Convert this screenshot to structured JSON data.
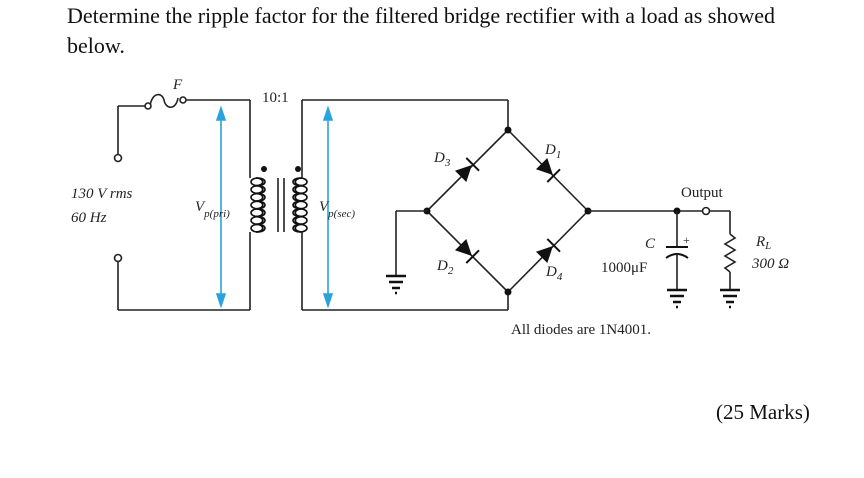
{
  "question": {
    "text": "Determine the ripple factor for the filtered bridge rectifier with a load as showed below.",
    "marks": "(25 Marks)"
  },
  "circuit": {
    "fuse_label": "F",
    "turns_ratio": "10:1",
    "source_voltage": "130 V rms",
    "source_frequency": "60 Hz",
    "v_primary": {
      "main": "V",
      "sub": "p(pri)"
    },
    "v_secondary": {
      "main": "V",
      "sub": "p(sec)"
    },
    "diodes": [
      {
        "main": "D",
        "sub": "1"
      },
      {
        "main": "D",
        "sub": "2"
      },
      {
        "main": "D",
        "sub": "3"
      },
      {
        "main": "D",
        "sub": "4"
      }
    ],
    "output_label": "Output",
    "capacitor": {
      "name": "C",
      "value": "1000μF",
      "polarity": "+"
    },
    "load": {
      "main": "R",
      "sub": "L",
      "value": "300 Ω"
    },
    "diode_note": "All diodes are 1N4001."
  },
  "colors": {
    "arrow": "#29a3dc",
    "wire": "#222222"
  }
}
